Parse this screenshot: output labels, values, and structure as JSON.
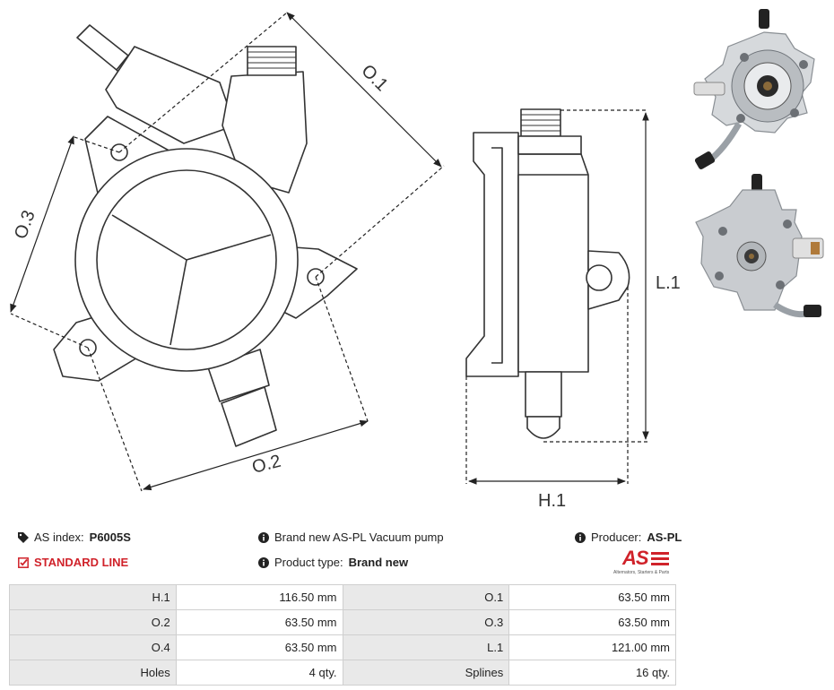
{
  "dimension_labels": {
    "o1": "O.1",
    "o2": "O.2",
    "o3": "O.3",
    "l1": "L.1",
    "h1": "H.1"
  },
  "photos": {
    "top_alt": "Vacuum pump front view",
    "bottom_alt": "Vacuum pump rear view"
  },
  "info": {
    "as_index_label": "AS index:",
    "as_index_value": "P6005S",
    "standard_line": "STANDARD LINE",
    "description": "Brand new AS-PL Vacuum pump",
    "product_type_label": "Product type:",
    "product_type_value": "Brand new",
    "producer_label": "Producer:",
    "producer_value": "AS-PL",
    "logo_text": "AS",
    "logo_tagline": "Alternators, Starters & Parts"
  },
  "specs": [
    [
      {
        "k": "H.1",
        "v": "116.50 mm"
      },
      {
        "k": "O.1",
        "v": "63.50 mm"
      }
    ],
    [
      {
        "k": "O.2",
        "v": "63.50 mm"
      },
      {
        "k": "O.3",
        "v": "63.50 mm"
      }
    ],
    [
      {
        "k": "O.4",
        "v": "63.50 mm"
      },
      {
        "k": "L.1",
        "v": "121.00 mm"
      }
    ],
    [
      {
        "k": "Holes",
        "v": "4 qty."
      },
      {
        "k": "Splines",
        "v": "16 qty."
      }
    ]
  ],
  "colors": {
    "accent_red": "#d0222a",
    "table_key_bg": "#e9e9e9",
    "line": "#333333"
  }
}
